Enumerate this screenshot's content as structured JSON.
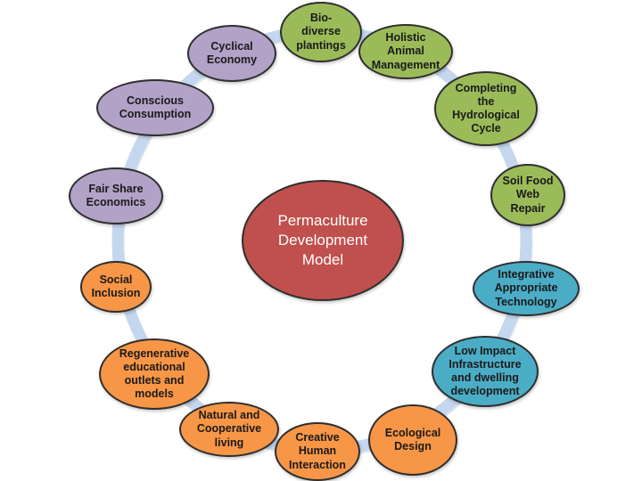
{
  "center": {
    "label": "Permaculture\nDevelopment\nModel",
    "color": "#C0504D",
    "text_color": "#FFFFFF"
  },
  "ring": {
    "color": "#C5D6EF"
  },
  "palette": {
    "green": "#9BBB59",
    "teal": "#4BACC6",
    "orange": "#F79646",
    "purple": "#B2A2C7",
    "center_red": "#C0504D",
    "outline": "#2F2F2F"
  },
  "nodes": [
    {
      "id": "bio-diverse-plantings",
      "label": "Bio-\ndiverse\nplantings",
      "color": "#9BBB59"
    },
    {
      "id": "holistic-animal-management",
      "label": "Holistic\nAnimal\nManagement",
      "color": "#9BBB59"
    },
    {
      "id": "completing-the-hydrological-cycle",
      "label": "Completing\nthe\nHydrological\nCycle",
      "color": "#9BBB59"
    },
    {
      "id": "soil-food-web-repair",
      "label": "Soil Food\nWeb\nRepair",
      "color": "#9BBB59"
    },
    {
      "id": "integrative-appropriate-technology",
      "label": "Integrative\nAppropriate\nTechnology",
      "color": "#4BACC6"
    },
    {
      "id": "low-impact-infrastructure-and-dwelling-development",
      "label": "Low Impact\nInfrastructure\nand dwelling\ndevelopment",
      "color": "#4BACC6"
    },
    {
      "id": "ecological-design",
      "label": "Ecological\nDesign",
      "color": "#F79646"
    },
    {
      "id": "creative-human-interaction",
      "label": "Creative\nHuman\nInteraction",
      "color": "#F79646"
    },
    {
      "id": "natural-and-cooperative-living",
      "label": "Natural and\nCooperative\nliving",
      "color": "#F79646"
    },
    {
      "id": "regenerative-educational-outlets-and-models",
      "label": "Regenerative\neducational\noutlets and\nmodels",
      "color": "#F79646"
    },
    {
      "id": "social-inclusion",
      "label": "Social\nInclusion",
      "color": "#F79646"
    },
    {
      "id": "fair-share-economics",
      "label": "Fair Share\nEconomics",
      "color": "#B2A2C7"
    },
    {
      "id": "conscious-consumption",
      "label": "Conscious\nConsumption",
      "color": "#B2A2C7"
    },
    {
      "id": "cyclical-economy",
      "label": "Cyclical\nEconomy",
      "color": "#B2A2C7"
    }
  ]
}
